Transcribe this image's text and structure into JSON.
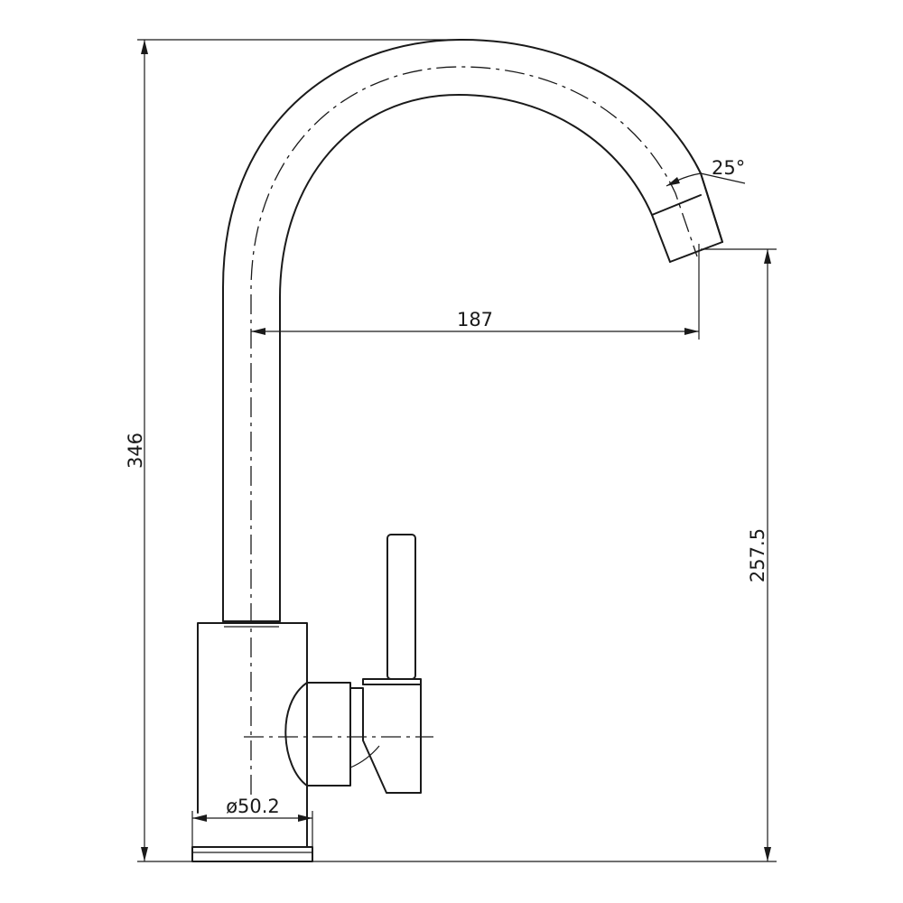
{
  "dimensions": {
    "total_height": "346",
    "spout_height": "257.5",
    "spout_reach": "187",
    "base_diameter": "ø50.2",
    "outlet_angle": "25°"
  }
}
